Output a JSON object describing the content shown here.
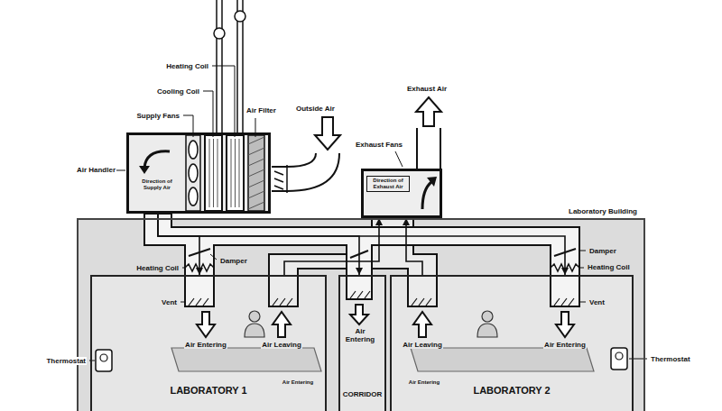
{
  "diagram": {
    "nodes": [
      {
        "text": [
          "Air Handler",
          "Direction of Supply Air"
        ]
      },
      {
        "text": [
          "Direction of Exhaust Air"
        ]
      },
      {
        "text": [
          "Laboratory Building"
        ]
      },
      {
        "text": [
          "LABORATORY 1"
        ],
        "in": 2
      },
      {
        "text": [
          "CORRIDOR"
        ],
        "in": 2
      },
      {
        "text": [
          "LABORATORY 2"
        ],
        "in": 2
      }
    ],
    "edges": [
      {
        "from": 0,
        "to": 3,
        "arrow": "to"
      },
      {
        "from": 0,
        "to": 4,
        "arrow": "to"
      },
      {
        "from": 0,
        "to": 5,
        "arrow": "to"
      },
      {
        "from": 3,
        "to": 1,
        "arrow": "to"
      },
      {
        "from": 5,
        "to": 1,
        "arrow": "to"
      }
    ],
    "labels": [
      "Heating Coil",
      "Cooling Coil",
      "Supply Fans",
      "Air Filter",
      "Outside Air",
      "Exhaust Air",
      "Exhaust Fans",
      "Damper",
      "Heating Coil",
      "Vent",
      "Damper",
      "Heating Coil",
      "Vent",
      "Air Entering",
      "Air Leaving",
      "Air Entering",
      "Air Leaving",
      "Air Entering",
      "Thermostat",
      "Thermostat",
      "Air Entering",
      "Air Entering"
    ]
  }
}
